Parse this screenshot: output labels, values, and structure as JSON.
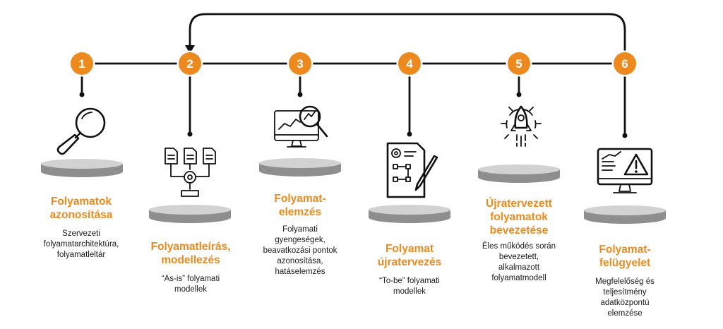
{
  "steps": [
    {
      "number": "1",
      "title_lines": [
        "Folyamatok",
        "azonosítása"
      ],
      "desc_lines": [
        "Szervezeti",
        "folyamatarchitektúra,",
        "folyamatleltár"
      ],
      "icon": "magnifier-icon"
    },
    {
      "number": "2",
      "title_lines": [
        "Folyamatleírás,",
        "modellezés"
      ],
      "desc_lines": [
        "“As-is” folyamati",
        "modellek"
      ],
      "icon": "process-flow-icon"
    },
    {
      "number": "3",
      "title_lines": [
        "Folyamat-",
        "elemzés"
      ],
      "desc_lines": [
        "Folyamati",
        "gyengeségek,",
        "beavatkozási pontok",
        "azonosítása,",
        "hatáselemzés"
      ],
      "icon": "analytics-monitor-icon"
    },
    {
      "number": "4",
      "title_lines": [
        "Folyamat",
        "újratervezés"
      ],
      "desc_lines": [
        "“To-be” folyamati",
        "modellek"
      ],
      "icon": "redesign-document-icon"
    },
    {
      "number": "5",
      "title_lines": [
        "Újratervezett",
        "folyamatok",
        "bevezetése"
      ],
      "desc_lines": [
        "Éles működés során",
        "bevezetett,",
        "alkalmazott",
        "folyamatmodell"
      ],
      "icon": "rocket-gear-icon"
    },
    {
      "number": "6",
      "title_lines": [
        "Folyamat-",
        "felügyelet"
      ],
      "desc_lines": [
        "Megfelelőség és",
        "teljesítmény",
        "adatközpontú",
        "elemzése"
      ],
      "icon": "warning-monitor-icon"
    }
  ],
  "colors": {
    "accent": "#ec8a1f",
    "line": "#111111",
    "platform_top": "#d2d2d2",
    "platform_side": "#8e8e8e",
    "text": "#1a1a1a"
  }
}
